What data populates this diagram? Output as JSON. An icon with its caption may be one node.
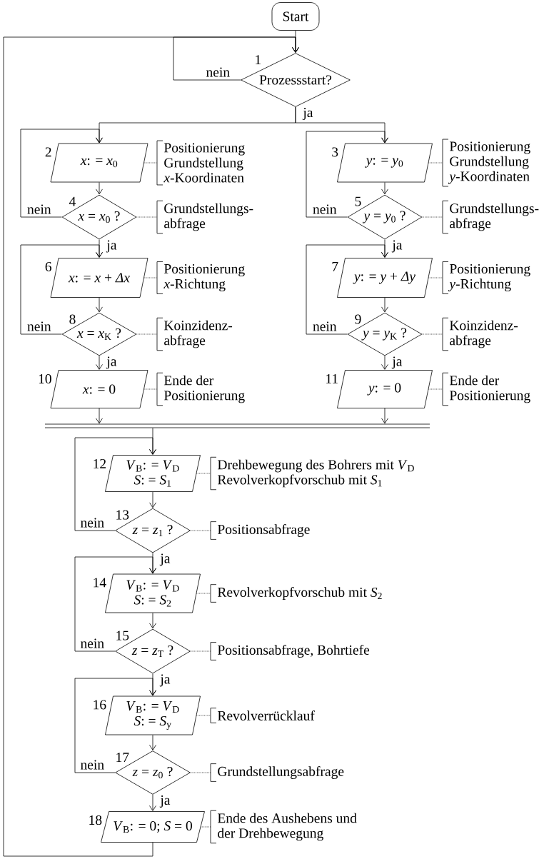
{
  "diagram": {
    "nodes": [
      {
        "text": [
          "Start"
        ]
      },
      {
        "text": [
          "Prozessstart?"
        ],
        "beside": [
          "1"
        ]
      },
      {
        "text": [
          "*x*: = *x*$_{0}$"
        ],
        "beside": [
          "2"
        ]
      },
      {
        "text": [
          "*y*: = *y*$_{0}$"
        ],
        "beside": [
          "3"
        ]
      },
      {
        "text": [
          "*x* = *x*$_{0}$ ?"
        ],
        "beside": [
          "4"
        ]
      },
      {
        "text": [
          "*y* = *y*$_{0}$ ?"
        ],
        "beside": [
          "5"
        ]
      },
      {
        "text": [
          "*x*: = *x* + *Δx*"
        ],
        "beside": [
          "6"
        ]
      },
      {
        "text": [
          "*y*: = *y* + *Δy*"
        ],
        "beside": [
          "7"
        ]
      },
      {
        "text": [
          "*x* = *x*$_{K}$ ?"
        ],
        "beside": [
          "8"
        ]
      },
      {
        "text": [
          "*y* = *y*$_{K}$ ?"
        ],
        "beside": [
          "9"
        ]
      },
      {
        "text": [
          "*x*: = 0"
        ],
        "beside": [
          "10"
        ]
      },
      {
        "text": [
          "*y*: = 0"
        ],
        "beside": [
          "11"
        ]
      },
      {
        "text": [],
        "shape": "bar"
      },
      {
        "text": [
          "*V*$_{B}$: = *V*$_{D}$",
          "*S*: = *S*$_{1}$"
        ],
        "beside": [
          "12"
        ]
      },
      {
        "text": [
          "*z* = *z*$_{1}$ ?"
        ],
        "beside": [
          "13"
        ]
      },
      {
        "text": [
          "*V*$_{B}$: = *V*$_{D}$",
          "*S*: = *S*$_{2}$"
        ],
        "beside": [
          "14"
        ]
      },
      {
        "text": [
          "*z* = *z*$_{T}$ ?"
        ],
        "beside": [
          "15"
        ]
      },
      {
        "text": [
          "*V*$_{B}$: = *V*$_{D}$",
          "*S*: = *S*$_{y}$"
        ],
        "beside": [
          "16"
        ]
      },
      {
        "text": [
          "*z* = *z*$_{0}$ ?"
        ],
        "beside": [
          "17"
        ]
      },
      {
        "text": [
          "*V*$_{B}$: = 0; *S* = 0"
        ],
        "beside": [
          "18"
        ]
      },
      {
        "text": [
          "Positionierung Grundstellung *x*-Koordinaten"
        ]
      },
      {
        "text": [
          "Positionierung Grundstellung *y*-Koordinaten"
        ]
      },
      {
        "text": [
          "Grundstellungs- abfrage"
        ]
      },
      {
        "text": [
          "Grundstellungs- abfrage"
        ]
      },
      {
        "text": [
          "Positionierung *x*-Richtung"
        ]
      },
      {
        "text": [
          "Positionierung *y*-Richtung"
        ]
      },
      {
        "text": [
          "Koinzidenz- abfrage"
        ]
      },
      {
        "text": [
          "Koinzidenz- abfrage"
        ]
      },
      {
        "text": [
          "Ende der Positionierung"
        ]
      },
      {
        "text": [
          "Ende der Positionierung"
        ]
      },
      {
        "text": [
          "Drehbewegung des Bohrers mit *V*$_{D}$ Revolverkopfvorschub mit *S*$_{1}$"
        ]
      },
      {
        "text": [
          "Positionsabfrage"
        ]
      },
      {
        "text": [
          "Revolverkopfvorschub mit *S*$_{2}$"
        ]
      },
      {
        "text": [
          "Positionsabfrage, Bohrtiefe"
        ]
      },
      {
        "text": [
          "Revolverrücklauf"
        ]
      },
      {
        "text": [
          "Grundstellungsabfrage"
        ]
      },
      {
        "text": [
          "Ende des Aushebens und der Drehbewegung"
        ]
      }
    ],
    "edges": [
      {
        "from": 0,
        "to": 1,
        "arrow": "to"
      },
      {
        "from": 1,
        "to": 1,
        "arrow": "to",
        "label": "nein"
      },
      {
        "from": 19,
        "to": 1,
        "arrow": "to"
      },
      {
        "from": 1,
        "to": 2,
        "arrow": "to",
        "label": "ja"
      },
      {
        "from": 1,
        "to": 3,
        "arrow": "to"
      },
      {
        "from": 2,
        "to": 4,
        "arrow": "to"
      },
      {
        "from": 4,
        "to": 2,
        "arrow": "to",
        "label": "nein"
      },
      {
        "from": 4,
        "to": 6,
        "arrow": "to",
        "label": "ja"
      },
      {
        "from": 6,
        "to": 8,
        "arrow": "to"
      },
      {
        "from": 8,
        "to": 6,
        "arrow": "to",
        "label": "nein"
      },
      {
        "from": 8,
        "to": 10,
        "arrow": "to",
        "label": "ja"
      },
      {
        "from": 3,
        "to": 5,
        "arrow": "to"
      },
      {
        "from": 5,
        "to": 3,
        "arrow": "to",
        "label": "nein"
      },
      {
        "from": 5,
        "to": 7,
        "arrow": "to",
        "label": "ja"
      },
      {
        "from": 7,
        "to": 9,
        "arrow": "to"
      },
      {
        "from": 9,
        "to": 7,
        "arrow": "to",
        "label": "nein"
      },
      {
        "from": 9,
        "to": 11,
        "arrow": "to",
        "label": "ja"
      },
      {
        "from": 10,
        "to": 12,
        "arrow": "to"
      },
      {
        "from": 11,
        "to": 12,
        "arrow": "to"
      },
      {
        "from": 12,
        "to": 13,
        "arrow": "to"
      },
      {
        "from": 13,
        "to": 14,
        "arrow": "to"
      },
      {
        "from": 14,
        "to": 13,
        "arrow": "to",
        "label": "nein"
      },
      {
        "from": 14,
        "to": 15,
        "arrow": "to",
        "label": "ja"
      },
      {
        "from": 15,
        "to": 16,
        "arrow": "to"
      },
      {
        "from": 16,
        "to": 15,
        "arrow": "to",
        "label": "nein"
      },
      {
        "from": 16,
        "to": 17,
        "arrow": "to",
        "label": "ja"
      },
      {
        "from": 17,
        "to": 18,
        "arrow": "to"
      },
      {
        "from": 18,
        "to": 17,
        "arrow": "to",
        "label": "nein"
      },
      {
        "from": 18,
        "to": 19,
        "arrow": "to",
        "label": "ja"
      },
      {
        "from": 2,
        "to": 20,
        "arrow": "none",
        "style": "dashed"
      },
      {
        "from": 3,
        "to": 21,
        "arrow": "none",
        "style": "dashed"
      },
      {
        "from": 4,
        "to": 22,
        "arrow": "none",
        "style": "dashed"
      },
      {
        "from": 5,
        "to": 23,
        "arrow": "none",
        "style": "dashed"
      },
      {
        "from": 6,
        "to": 24,
        "arrow": "none",
        "style": "dashed"
      },
      {
        "from": 7,
        "to": 25,
        "arrow": "none",
        "style": "dashed"
      },
      {
        "from": 8,
        "to": 26,
        "arrow": "none",
        "style": "dashed"
      },
      {
        "from": 9,
        "to": 27,
        "arrow": "none",
        "style": "dashed"
      },
      {
        "from": 10,
        "to": 28,
        "arrow": "none",
        "style": "dashed"
      },
      {
        "from": 11,
        "to": 29,
        "arrow": "none",
        "style": "dashed"
      },
      {
        "from": 13,
        "to": 30,
        "arrow": "none",
        "style": "dashed"
      },
      {
        "from": 14,
        "to": 31,
        "arrow": "none",
        "style": "dashed"
      },
      {
        "from": 15,
        "to": 32,
        "arrow": "none",
        "style": "dashed"
      },
      {
        "from": 16,
        "to": 33,
        "arrow": "none",
        "style": "dashed"
      },
      {
        "from": 17,
        "to": 34,
        "arrow": "none",
        "style": "dashed"
      },
      {
        "from": 18,
        "to": 35,
        "arrow": "none",
        "style": "dashed"
      },
      {
        "from": 19,
        "to": 36,
        "arrow": "none",
        "style": "dashed"
      }
    ]
  }
}
